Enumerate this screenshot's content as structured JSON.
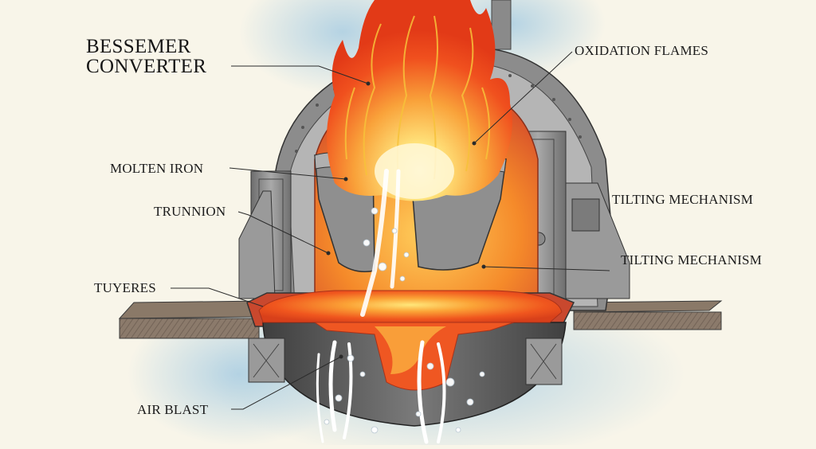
{
  "diagram": {
    "title_line1": "BESSEMER",
    "title_line2": "CONVERTER",
    "labels": {
      "oxidation_flames": "OXIDATION FLAMES",
      "molten_iron": "MOLTEN IRON",
      "trunnion": "TRUNNION",
      "tilting_mechanism_upper": "TILTING MECHANISM",
      "tilting_mechanism_lower": "TILTING MECHANISM",
      "tuyeres": "TUYERES",
      "air_blast": "AIR BLAST"
    },
    "colors": {
      "background": "#f8f5e9",
      "steel": "#8f8f8f",
      "steel_dark": "#4d4d4d",
      "refractory": "#c9482e",
      "molten": "#f26a1b",
      "flame_outer": "#f0441c",
      "flame_inner": "#ffd24a",
      "sky": "#c9dde9",
      "floor": "#7d6c5e"
    }
  }
}
